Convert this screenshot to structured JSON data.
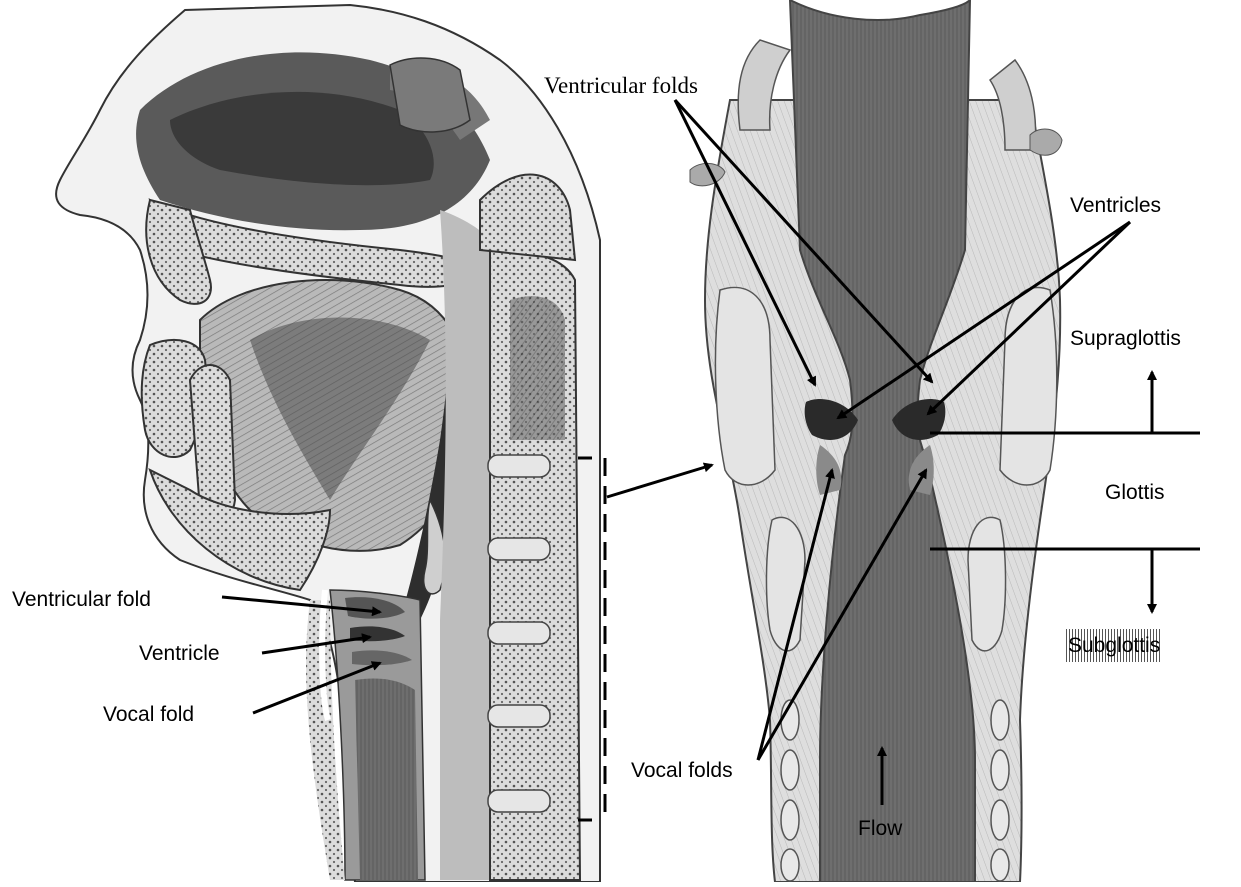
{
  "labels": {
    "ventricular_folds": "Ventricular folds",
    "ventricles": "Ventricles",
    "supraglottis": "Supraglottis",
    "glottis": "Glottis",
    "subglottis": "Subglottis",
    "vocal_folds": "Vocal folds",
    "flow": "Flow",
    "ventricular_fold": "Ventricular fold",
    "ventricle": "Ventricle",
    "vocal_fold": "Vocal fold"
  },
  "colors": {
    "ink": "#000000",
    "tissue_dark": "#3a3a3a",
    "tissue_mid": "#8a8a8a",
    "tissue_light": "#d9d9d9",
    "cartilage": "#e8e8e8",
    "background": "#ffffff"
  }
}
